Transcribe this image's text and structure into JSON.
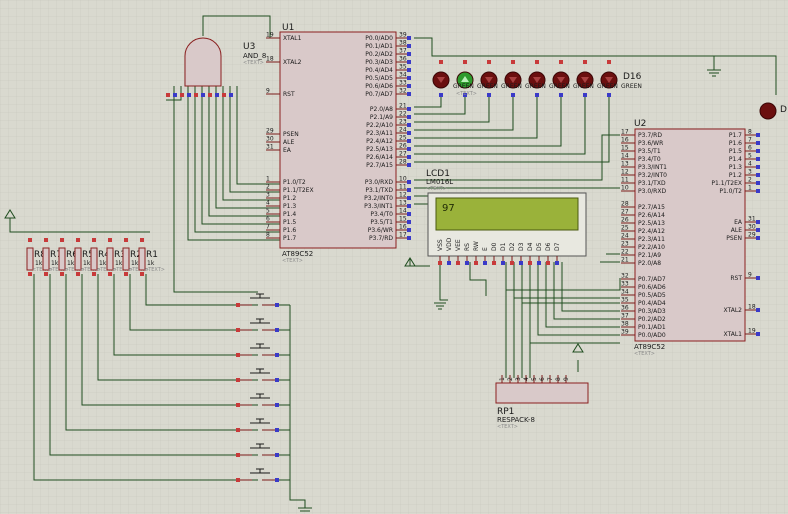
{
  "colors": {
    "background": "#d9d9cf",
    "grid": "#c6c6bc",
    "wire": "#1f4d1f",
    "chip_fill": "#d9c9c9",
    "chip_border": "#8a1f1f",
    "lcd_screen": "#9ab23a",
    "led_on": "#2e9b2e",
    "led_off": "#6b0f0f"
  },
  "u1": {
    "ref": "U1",
    "part": "AT89C52",
    "text": "<TEXT>",
    "left_pins": [
      {
        "num": "19",
        "name": "XTAL1"
      },
      {
        "num": "18",
        "name": "XTAL2"
      },
      {
        "num": "9",
        "name": "RST"
      },
      {
        "num": "29",
        "name": "PSEN"
      },
      {
        "num": "30",
        "name": "ALE"
      },
      {
        "num": "31",
        "name": "EA"
      },
      {
        "num": "1",
        "name": "P1.0/T2"
      },
      {
        "num": "2",
        "name": "P1.1/T2EX"
      },
      {
        "num": "3",
        "name": "P1.2"
      },
      {
        "num": "4",
        "name": "P1.3"
      },
      {
        "num": "5",
        "name": "P1.4"
      },
      {
        "num": "6",
        "name": "P1.5"
      },
      {
        "num": "7",
        "name": "P1.6"
      },
      {
        "num": "8",
        "name": "P1.7"
      }
    ],
    "right_pins": [
      {
        "num": "39",
        "name": "P0.0/AD0"
      },
      {
        "num": "38",
        "name": "P0.1/AD1"
      },
      {
        "num": "37",
        "name": "P0.2/AD2"
      },
      {
        "num": "36",
        "name": "P0.3/AD3"
      },
      {
        "num": "35",
        "name": "P0.4/AD4"
      },
      {
        "num": "34",
        "name": "P0.5/AD5"
      },
      {
        "num": "33",
        "name": "P0.6/AD6"
      },
      {
        "num": "32",
        "name": "P0.7/AD7"
      },
      {
        "num": "21",
        "name": "P2.0/A8"
      },
      {
        "num": "22",
        "name": "P2.1/A9"
      },
      {
        "num": "23",
        "name": "P2.2/A10"
      },
      {
        "num": "24",
        "name": "P2.3/A11"
      },
      {
        "num": "25",
        "name": "P2.4/A12"
      },
      {
        "num": "26",
        "name": "P2.5/A13"
      },
      {
        "num": "27",
        "name": "P2.6/A14"
      },
      {
        "num": "28",
        "name": "P2.7/A15"
      },
      {
        "num": "10",
        "name": "P3.0/RXD"
      },
      {
        "num": "11",
        "name": "P3.1/TXD"
      },
      {
        "num": "12",
        "name": "P3.2/INT0"
      },
      {
        "num": "13",
        "name": "P3.3/INT1"
      },
      {
        "num": "14",
        "name": "P3.4/T0"
      },
      {
        "num": "15",
        "name": "P3.5/T1"
      },
      {
        "num": "16",
        "name": "P3.6/WR"
      },
      {
        "num": "17",
        "name": "P3.7/RD"
      }
    ]
  },
  "u2": {
    "ref": "U2",
    "part": "AT89C52",
    "text": "<TEXT>",
    "left_pins": [
      {
        "num": "17",
        "name": "P3.7/RD"
      },
      {
        "num": "16",
        "name": "P3.6/WR"
      },
      {
        "num": "15",
        "name": "P3.5/T1"
      },
      {
        "num": "14",
        "name": "P3.4/T0"
      },
      {
        "num": "13",
        "name": "P3.3/INT1"
      },
      {
        "num": "12",
        "name": "P3.2/INT0"
      },
      {
        "num": "11",
        "name": "P3.1/TXD"
      },
      {
        "num": "10",
        "name": "P3.0/RXD"
      },
      {
        "num": "28",
        "name": "P2.7/A15"
      },
      {
        "num": "27",
        "name": "P2.6/A14"
      },
      {
        "num": "26",
        "name": "P2.5/A13"
      },
      {
        "num": "25",
        "name": "P2.4/A12"
      },
      {
        "num": "24",
        "name": "P2.3/A11"
      },
      {
        "num": "23",
        "name": "P2.2/A10"
      },
      {
        "num": "22",
        "name": "P2.1/A9"
      },
      {
        "num": "21",
        "name": "P2.0/A8"
      },
      {
        "num": "32",
        "name": "P0.7/AD7"
      },
      {
        "num": "33",
        "name": "P0.6/AD6"
      },
      {
        "num": "34",
        "name": "P0.5/AD5"
      },
      {
        "num": "35",
        "name": "P0.4/AD4"
      },
      {
        "num": "36",
        "name": "P0.3/AD3"
      },
      {
        "num": "37",
        "name": "P0.2/AD2"
      },
      {
        "num": "38",
        "name": "P0.1/AD1"
      },
      {
        "num": "39",
        "name": "P0.0/AD0"
      }
    ],
    "right_pins": [
      {
        "num": "8",
        "name": "P1.7"
      },
      {
        "num": "7",
        "name": "P1.6"
      },
      {
        "num": "6",
        "name": "P1.5"
      },
      {
        "num": "5",
        "name": "P1.4"
      },
      {
        "num": "4",
        "name": "P1.3"
      },
      {
        "num": "3",
        "name": "P1.2"
      },
      {
        "num": "2",
        "name": "P1.1/T2EX"
      },
      {
        "num": "1",
        "name": "P1.0/T2"
      },
      {
        "num": "31",
        "name": "EA"
      },
      {
        "num": "30",
        "name": "ALE"
      },
      {
        "num": "29",
        "name": "PSEN"
      },
      {
        "num": "9",
        "name": "RST"
      },
      {
        "num": "18",
        "name": "XTAL2"
      },
      {
        "num": "19",
        "name": "XTAL1"
      }
    ]
  },
  "u3": {
    "ref": "U3",
    "part": "AND_8",
    "text": "<TEXT>"
  },
  "lcd": {
    "ref": "LCD1",
    "part": "LM016L",
    "text": "<TEXT>",
    "display": "97",
    "pins": [
      "VSS",
      "VDD",
      "VEE",
      "RS",
      "RW",
      "E",
      "D0",
      "D1",
      "D2",
      "D3",
      "D4",
      "D5",
      "D6",
      "D7"
    ]
  },
  "leds": {
    "ref": "D16",
    "part": "GREEN",
    "labels": [
      "GREEN",
      "GREEN",
      "GREEN",
      "GREEN",
      "GREEN",
      "GREEN",
      "GREEN",
      "GREEN"
    ],
    "text": "<TEXT>",
    "edge_ref": "D"
  },
  "rpack": {
    "ref": "RP1",
    "part": "RESPACK-8",
    "text": "<TEXT>",
    "pins": [
      "1",
      "2",
      "3",
      "4",
      "5",
      "6",
      "7",
      "8",
      "9"
    ]
  },
  "resistors": [
    {
      "ref": "R8",
      "value": "1k"
    },
    {
      "ref": "R7",
      "value": "1k"
    },
    {
      "ref": "R6",
      "value": "1k"
    },
    {
      "ref": "R5",
      "value": "1k"
    },
    {
      "ref": "R4",
      "value": "1k"
    },
    {
      "ref": "R3",
      "value": "1k"
    },
    {
      "ref": "R2",
      "value": "1k"
    },
    {
      "ref": "R1",
      "value": "1k"
    }
  ],
  "resistor_text": "<TEXT>"
}
